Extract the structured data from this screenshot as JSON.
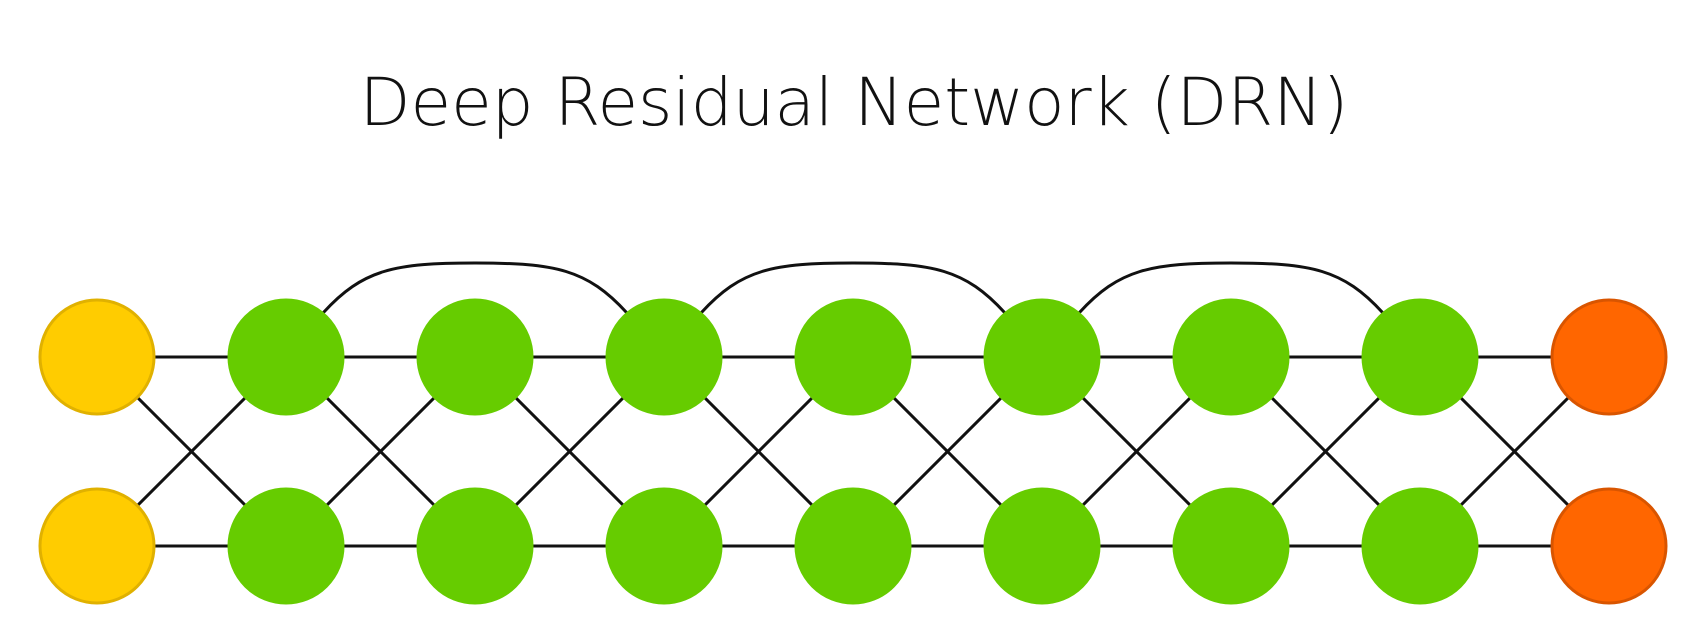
{
  "title": "Deep Residual Network (DRN)",
  "colors": {
    "input": "#FFCC00",
    "input_border": "#E0B100",
    "hidden": "#66CC00",
    "output": "#FF6600",
    "output_border": "#D95500",
    "edge": "#111111"
  },
  "network": {
    "layers": [
      "input",
      "hidden",
      "hidden",
      "hidden",
      "hidden",
      "hidden",
      "hidden",
      "hidden",
      "output"
    ],
    "nodes_per_layer": 2,
    "connections": "full-between-adjacent-layers",
    "skip_connections": [
      [
        1,
        3
      ],
      [
        3,
        5
      ],
      [
        5,
        7
      ]
    ]
  }
}
